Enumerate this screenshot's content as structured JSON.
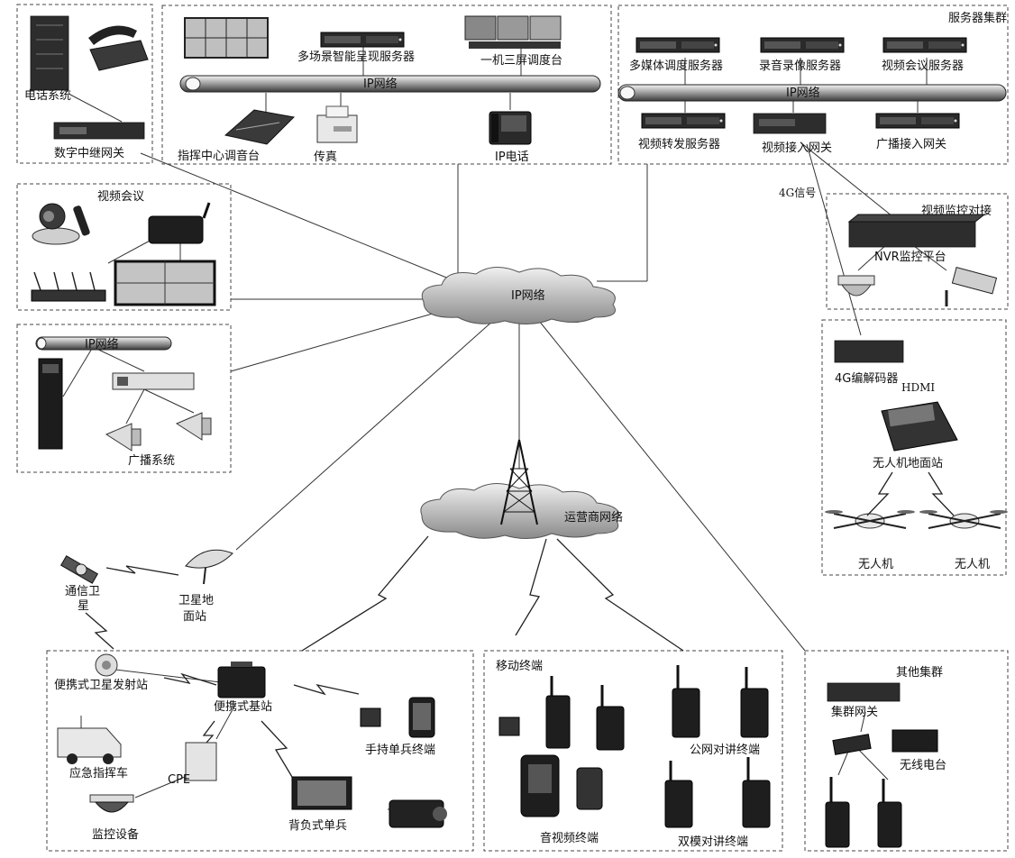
{
  "labels": {
    "phone_system": "电话系统",
    "digital_trunk_gateway": "数字中继网关",
    "multi_scene_server": "多场景智能呈现服务器",
    "one_machine_three_screen": "一机三屏调度台",
    "ip_network": "IP网络",
    "command_mixer": "指挥中心调音台",
    "fax": "传真",
    "ip_phone": "IP电话",
    "server_cluster": "服务器集群",
    "multimedia_dispatch_server": "多媒体调度服务器",
    "recording_server": "录音录像服务器",
    "video_conf_server": "视频会议服务器",
    "video_forward_server": "视频转发服务器",
    "video_access_gateway": "视频接入网关",
    "broadcast_access_gateway": "广播接入网关",
    "video_conference": "视频会议",
    "video_surveillance": "视频监控对接",
    "nvr_platform": "NVR监控平台",
    "signal_4g": "4G信号",
    "codec_4g": "4G编解码器",
    "hdmi": "HDMI",
    "uav_ground_station": "无人机地面站",
    "uav_left": "无人机",
    "uav_right": "无人机",
    "broadcast_system": "广播系统",
    "cloud_ip_network": "IP网络",
    "operator_network": "运营商网络",
    "comm_satellite_1": "通信卫",
    "comm_satellite_2": "星",
    "satellite_ground_1": "卫星地",
    "satellite_ground_2": "面站",
    "portable_sat_station": "便携式卫星发射站",
    "portable_base_station": "便携式基站",
    "emergency_vehicle": "应急指挥车",
    "cpe": "CPE",
    "monitor_device": "监控设备",
    "handheld_terminal": "手持单兵终端",
    "backpack_unit": "背负式单兵",
    "mobile_terminal": "移动终端",
    "public_intercom": "公网对讲终端",
    "av_terminal": "音视频终端",
    "dual_mode_intercom": "双模对讲终端",
    "other_cluster": "其他集群",
    "cluster_gateway": "集群网关",
    "wireless_radio": "无线电台"
  },
  "icons": {
    "server": "rack-server-icon",
    "cloud": "cloud-icon",
    "tower": "antenna-tower-icon",
    "bolt": "wireless-link-icon"
  }
}
